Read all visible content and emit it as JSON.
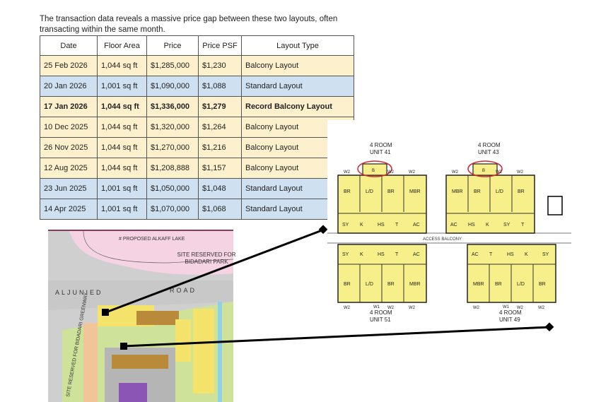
{
  "intro_text": "The transaction data reveals a massive price gap between these two layouts, often transacting within the same month.",
  "table": {
    "headers": [
      "Date",
      "Floor Area",
      "Price",
      "Price PSF",
      "Layout Type"
    ],
    "rows": [
      {
        "type": "balcony",
        "cells": [
          "25 Feb 2026",
          "1,044 sq ft",
          "$1,285,000",
          "$1,230",
          "Balcony Layout"
        ]
      },
      {
        "type": "standard",
        "cells": [
          "20 Jan 2026",
          "1,001 sq ft",
          "$1,090,000",
          "$1,088",
          "Standard Layout"
        ]
      },
      {
        "type": "record",
        "cells": [
          "17 Jan 2026",
          "1,044 sq ft",
          "$1,336,000",
          "$1,279",
          "Record Balcony Layout"
        ]
      },
      {
        "type": "balcony",
        "cells": [
          "10 Dec 2025",
          "1,044 sq ft",
          "$1,320,000",
          "$1,264",
          "Balcony Layout"
        ]
      },
      {
        "type": "balcony",
        "cells": [
          "26 Nov 2025",
          "1,044 sq ft",
          "$1,270,000",
          "$1,216",
          "Balcony Layout"
        ]
      },
      {
        "type": "balcony",
        "cells": [
          "12 Aug 2025",
          "1,044 sq ft",
          "$1,208,888",
          "$1,157",
          "Balcony Layout"
        ]
      },
      {
        "type": "standard",
        "cells": [
          "23 Jun 2025",
          "1,001 sq ft",
          "$1,050,000",
          "$1,048",
          "Standard Layout"
        ]
      },
      {
        "type": "standard",
        "cells": [
          "14 Apr 2025",
          "1,001 sq ft",
          "$1,070,000",
          "$1,068",
          "Standard Layout"
        ]
      }
    ]
  },
  "floor_plan": {
    "units": [
      {
        "type": "4 ROOM",
        "unit": "UNIT 41",
        "rooms": [
          "BR",
          "L/D",
          "BR",
          "MBR",
          "SY",
          "K",
          "HS",
          "T",
          "AC",
          "B"
        ]
      },
      {
        "type": "4 ROOM",
        "unit": "UNIT 43",
        "rooms": [
          "MBR",
          "BR",
          "L/D",
          "BR",
          "AC",
          "HS",
          "K",
          "SY",
          "T",
          "B"
        ]
      },
      {
        "type": "4 ROOM",
        "unit": "UNIT 51",
        "rooms": [
          "SY",
          "K",
          "HS",
          "T",
          "AC",
          "BR",
          "L/D",
          "BR",
          "MBR"
        ]
      },
      {
        "type": "4 ROOM",
        "unit": "UNIT 49",
        "rooms": [
          "AC",
          "T",
          "HS",
          "K",
          "SY",
          "MBR",
          "BR",
          "L/D",
          "BR"
        ]
      }
    ],
    "access_balcony": "ACCESS BALCONY",
    "window_labels": {
      "w1": "W1",
      "w2": "W2"
    }
  },
  "map": {
    "lake": "# PROPOSED ALKAFF LAKE",
    "park": "SITE RESERVED FOR BIDADARI PARK",
    "road_left": "ALJUNIED",
    "road_right": "ROAD",
    "greenway": "SITE RESERVED FOR BIDADARI GREENWAY"
  },
  "colors": {
    "balcony_row": "#fdf0cc",
    "standard_row": "#cfe0f1",
    "unit_fill": "#f7f08a",
    "highlight_circle": "#d0282e",
    "park": "#f6d3e2",
    "green": "#cfe29a"
  }
}
